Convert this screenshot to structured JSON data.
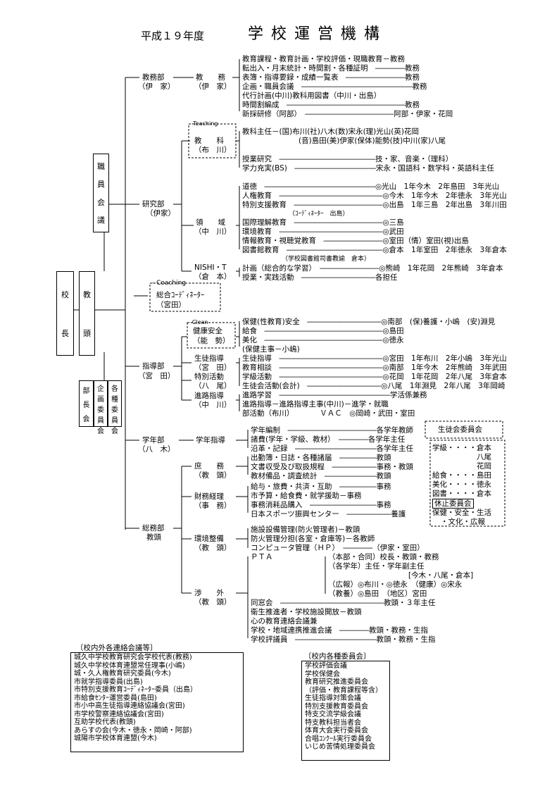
{
  "header": {
    "year": "平成１９年度",
    "title": "学 校 運 営 機 構"
  },
  "left": {
    "principal": [
      "校",
      "長"
    ],
    "vice": [
      "教",
      "頭"
    ],
    "staff_meeting": [
      "職",
      "員",
      "会",
      "議"
    ],
    "sub": [
      [
        "部",
        "長",
        "会"
      ],
      [
        "企",
        "画",
        "委",
        "員",
        "会"
      ],
      [
        "各",
        "種",
        "委",
        "員",
        "会"
      ]
    ]
  },
  "depts": {
    "kyomu": [
      "教務部",
      "（伊　家）"
    ],
    "kenkyu": [
      "研究部",
      "（伊家）"
    ],
    "coaching_tag": "- Coaching",
    "sogo": [
      "総合ｺｰﾃﾞｨﾈｰﾀｰ",
      "（宮田）"
    ],
    "shido": [
      "指導部",
      "（宮　田）"
    ],
    "gakunen": [
      "学年部",
      "（八　木）"
    ],
    "somu": [
      "総務部",
      "教頭"
    ]
  },
  "sub": {
    "kyomu": [
      "教　　務",
      "（伊　家）"
    ],
    "teaching_tag": "-Teaching",
    "kyoka": [
      "教　　科",
      "（布　川）"
    ],
    "ryoiki": [
      "領　　域",
      "（中　川）"
    ],
    "nishi": [
      "NISHI・T",
      "（倉　本）"
    ],
    "clean_tag": "-Clean",
    "kenko": [
      "健康安全",
      "（能　勢）"
    ],
    "seito": [
      "生徒指導",
      "（宮　田）"
    ],
    "tokkatsu": [
      "特別活動",
      "（八　尾）"
    ],
    "shinro": [
      "進路指導",
      "（中　川）"
    ],
    "gakunen_shido": "学年指導",
    "shomu": [
      "庶　　務",
      "（教　頭）"
    ],
    "zaimu": [
      "財務経理",
      "（事　務）"
    ],
    "kankyo": [
      "環境整備",
      "（教　頭）"
    ],
    "shogai": [
      "渉　　外",
      "（教　頭）"
    ]
  },
  "items": {
    "kyomu": [
      "教育課程・教育計画・学校評価・現職教育－教務",
      "転出入・月末統計・時間割・各種証明　――――教務",
      "表簿・指導要録・成績一覧表　――――――――教務",
      "企画・職員会議　―――――――――――――――教務",
      "代行計画(中川)教科用図書（中川・出島）",
      "時間割編成　――――――――――――――――教務",
      "新採研修（阿部）　――――――――――――阿部・伊家・花岡"
    ],
    "kyoka": [
      "教科主任－(国)布川(社)八木(数)宋永(理)光山(英)花岡",
      "(音)島田(美)伊家(保体)能勢(技)中川(家)八尾",
      "授業研究　―――――――――――――技・家、音楽・（理科）",
      "学力充実(BS)　―――――――――――宋永・国語科・数学科・英語科主任"
    ],
    "ryoiki": [
      "道徳　―――――――――――――――◎光山　1年今木　2年島田　3年光山",
      "人権教育　――――――――――――――◎今木　1年今木　2年徳永　3年光山",
      "特別支援教育　――――――――――――◎出島　1年三島　2年出島　3年川田",
      "（ｺｰﾃﾞｨﾈｰﾀｰ　出島）",
      "国際理解教育　――――――――――――◎三島",
      "環境教育　――――――――――――――◎武田",
      "情報教育・視聴覚教育　――――――――◎室田（情）室田(視)出島",
      "図書館教育　―――――――――――――◎倉本　1年室田　2年徳永　3年倉本",
      "（学校図書館司書教諭　倉本）"
    ],
    "nishi": [
      "計画（総合的な学習）　――――――――◎熊崎　1年花岡　2年熊崎　3年倉本",
      "授業・実践活動　――――――――――各担任"
    ],
    "kenko": [
      "保健(性教育)安全　――――――――――◎南部　(保)養護・小嶋　(安)淵見",
      "給食　――――――――――――――――◎島田",
      "美化　――――――――――――――――◎徳永",
      "(保健主事－小嶋)"
    ],
    "shido": [
      "生徒指導　――――――――――――――◎宮田　1年布川　2年小嶋　3年光山",
      "教育相談　――――――――――――――◎南部　1年今木　2年熊崎　3年武田",
      "学級活動　――――――――――――――◎花岡　1年花岡　2年八尾　3年倉本",
      "生徒会活動(会計)　――――――――――◎八尾　1年淵見　2年八尾　3年岡崎",
      "進路学習　―――――――――――――――学活係兼務",
      "進路指導－進路指導主事(中川)－進学・就職",
      "部活動（布川）　　　　ＶＡＣ　◎岡崎・武田・室田"
    ],
    "gakunen": [
      "学年編制　――――――――――――各学年教師",
      "諸費(学年・学級、教材）　――――各学年主任",
      "沿革・記録　―――――――――――各学年主任"
    ],
    "shomu": [
      "出勤簿・日誌・各種諸届　―――――教頭",
      "文書収受及び取扱規程　――――――事務・教頭",
      "教材備品・調査統計　―――――――教頭"
    ],
    "zaimu": [
      "給与・旅費・共済・互助　―――――事務",
      "市予算・給食費・就学援助－事務",
      "事務消耗品購入　―――――――――事務",
      "日本スポーツ振興センター　――――――養護"
    ],
    "kankyo": [
      "施設設備管理(防火管理者)－教頭",
      "防火管理分担(各室・倉庫等)－各教師",
      "コンピュータ管理（ＨＰ）　――――（伊家・室田）"
    ],
    "pta_label": "ＰＴＡ",
    "pta": [
      "（本部・合同）校長・教頭・教務",
      "（各学年）主任・学年副主任",
      "[今木・八尾・倉本]",
      "（広報）◎布川・◎徳永　（健康）◎宋永",
      "（教養）◎島田　（地区）宮田"
    ],
    "shogai": [
      "同窓会　――――――――――――――教頭・３年主任",
      "衛生推進者・学校施設開放－教頭",
      "心の教育連絡会議兼",
      "学校・地域連携推進会議　――――教頭・教務・生指",
      "学校評議員　―――――――――――教頭・教務・生指"
    ]
  },
  "seitokai": {
    "title": "生徒会委員会",
    "rows": [
      "学級・・・・倉本",
      "　　　　　　八尾",
      "　　　　　　花岡",
      "給食・・・・島田",
      "美化・・・・徳永",
      "図書・・・・倉本",
      "休止委員会",
      "保健・安全・生活",
      "・文化・広報"
    ]
  },
  "kounaigai": {
    "title": "〔校内外各連絡会議等〕",
    "rows": [
      "城久中学校教育研究会学校代表(教務)",
      "城久中学校体育連盟常任理事(小嶋)",
      "城・久人権教育研究委員(今木)",
      "市就学指導委員(出島)",
      "市特別支援教育ｺｰﾃﾞｨﾈｰﾀｰ委員（出島）",
      "市給食ｾﾝﾀｰ運営委員(島田)",
      "市小中高生徒指導連絡協議会(宮田)",
      "市学校警察連絡協議会(宮田)",
      "互助学校代表(教頭)",
      "あらすの会(今木・徳永・岡崎・阿部)",
      "城陽市学校体育連盟(今木)"
    ]
  },
  "kakushu": {
    "title": "〔校内各種委員会〕",
    "rows": [
      "学校評価会議",
      "学校保健会",
      "教育研究推進委員会",
      "（評価・教育課程等含）",
      "生徒指導対策会議",
      "特別支援教育委員会",
      "特支交流学級会議",
      "特支教科担当者会",
      "体育大会実行委員会",
      "合唱ｺﾝｸｰﾙ実行委員会",
      "いじめ苦情処理委員会"
    ]
  }
}
